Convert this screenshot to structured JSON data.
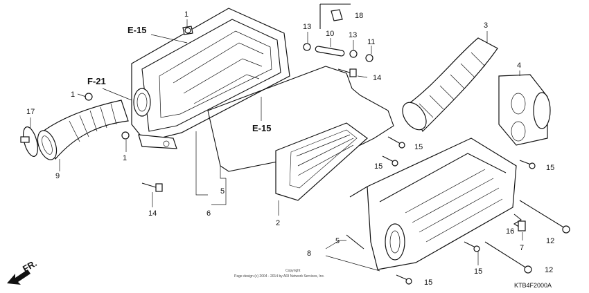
{
  "callouts": {
    "c1a": "1",
    "c1b": "1",
    "c1c": "1",
    "c2": "2",
    "c3": "3",
    "c4": "4",
    "c5a": "5",
    "c5b": "5",
    "c6": "6",
    "c7": "7",
    "c8": "8",
    "c9": "9",
    "c10": "10",
    "c11": "11",
    "c12a": "12",
    "c12b": "12",
    "c13a": "13",
    "c13b": "13",
    "c14a": "14",
    "c14b": "14",
    "c15a": "15",
    "c15b": "15",
    "c15c": "15",
    "c15d": "15",
    "c15e": "15",
    "c16": "16",
    "c17": "17",
    "c18": "18"
  },
  "refs": {
    "e15_top": "E-15",
    "e15_mid": "E-15",
    "f21": "F-21"
  },
  "direction": "FR.",
  "copyright": {
    "line1": "Copyright",
    "line2": "Page design (c) 2004 - 2014 by ARI Network Services, Inc."
  },
  "diagram_code": "KTB4F2000A"
}
